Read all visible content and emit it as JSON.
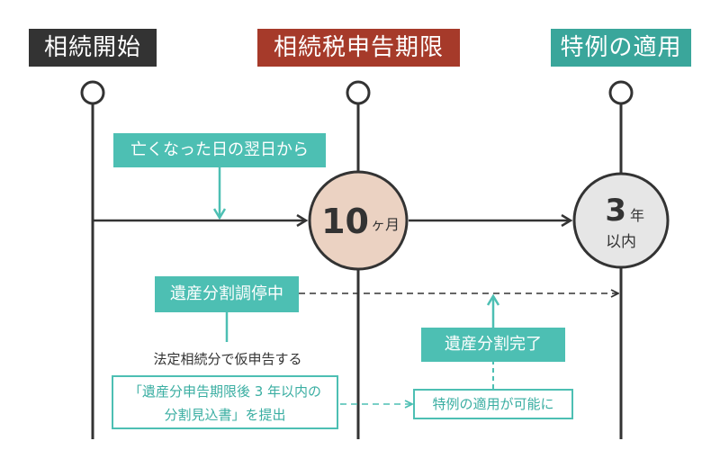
{
  "headers": {
    "start": "相続開始",
    "deadline": "相続税申告期限",
    "special": "特例の適用"
  },
  "labels": {
    "from_next_day": "亡くなった日の翌日から",
    "mediation": "遺産分割調停中",
    "provisional": "法定相続分で仮申告する",
    "submit_line1": "「遺産分申告期限後 3 年以内の",
    "submit_line2": "分割見込書」を提出",
    "division_complete": "遺産分割完了",
    "special_possible": "特例の適用が可能に"
  },
  "milestones": {
    "ten_months_num": "10",
    "ten_months_unit": "ヶ月",
    "three_years_num": "3",
    "three_years_unit": "年",
    "three_years_sub": "以内"
  },
  "colors": {
    "dark": "#333333",
    "red": "#a63a2a",
    "teal": "#3aa69b",
    "teal_light": "#4dbfb3",
    "peach": "#ebd2c2",
    "grey_circle": "#e6e6e6"
  }
}
